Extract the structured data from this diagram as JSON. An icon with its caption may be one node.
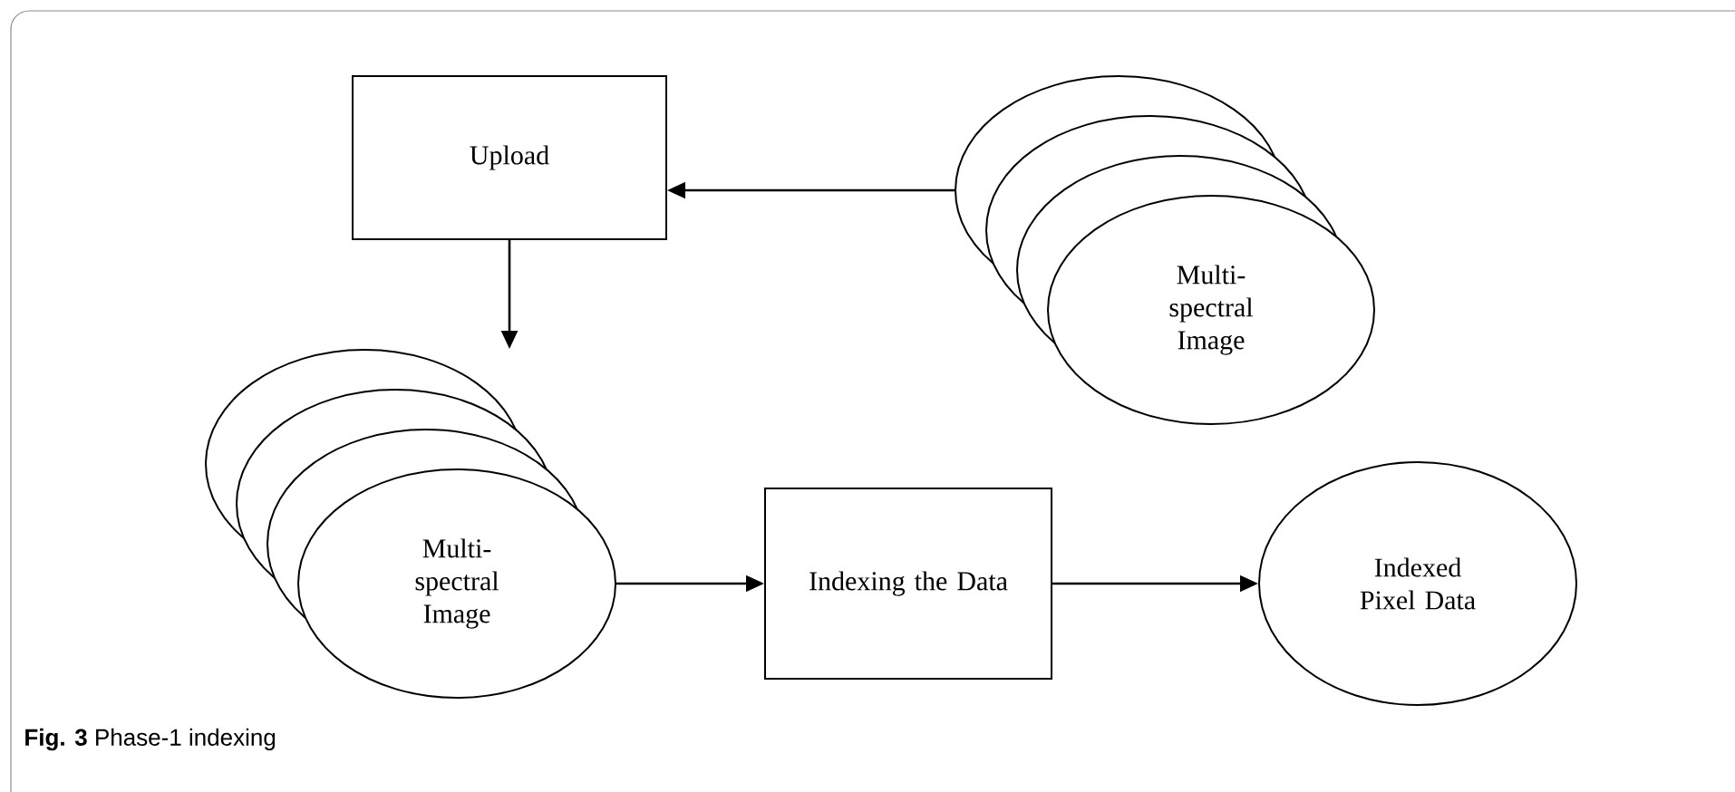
{
  "diagram": {
    "caption": "**Fig. 3** Phase-1 indexing",
    "nodes": [
      {
        "text": [
          "Multi-spectral Image"
        ]
      },
      {
        "text": [
          "Upload"
        ]
      },
      {
        "text": [
          "Multi-spectral Image"
        ]
      },
      {
        "text": [
          "Indexing the Data"
        ]
      },
      {
        "text": [
          "Indexed Pixel Data"
        ]
      }
    ],
    "edges": [
      {
        "from": 0,
        "to": 1,
        "arrow": "to"
      },
      {
        "from": 1,
        "to": 2,
        "arrow": "to"
      },
      {
        "from": 2,
        "to": 3,
        "arrow": "to"
      },
      {
        "from": 3,
        "to": 4,
        "arrow": "to"
      }
    ]
  }
}
